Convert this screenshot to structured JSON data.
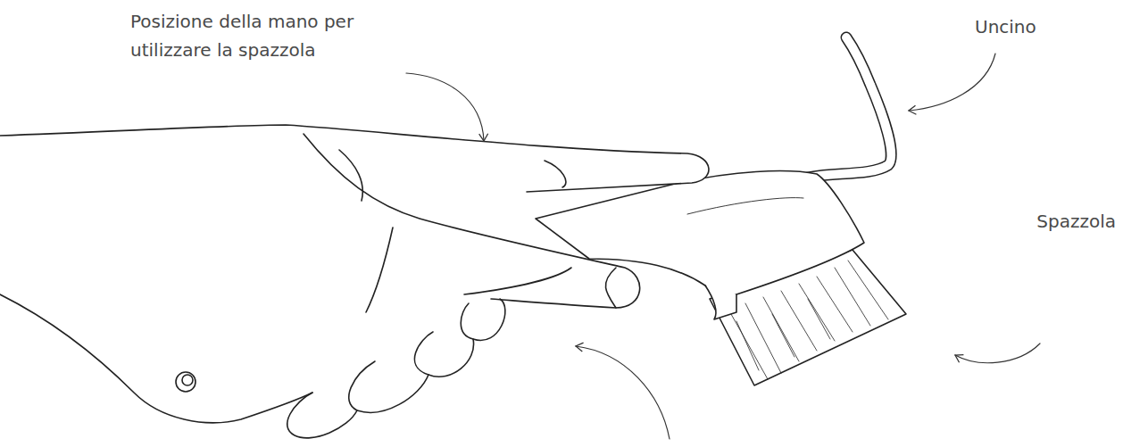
{
  "diagram": {
    "labels": [
      "Posizione della mano per utilizzare la spazzola",
      "Uncino",
      "Spazzola"
    ]
  }
}
